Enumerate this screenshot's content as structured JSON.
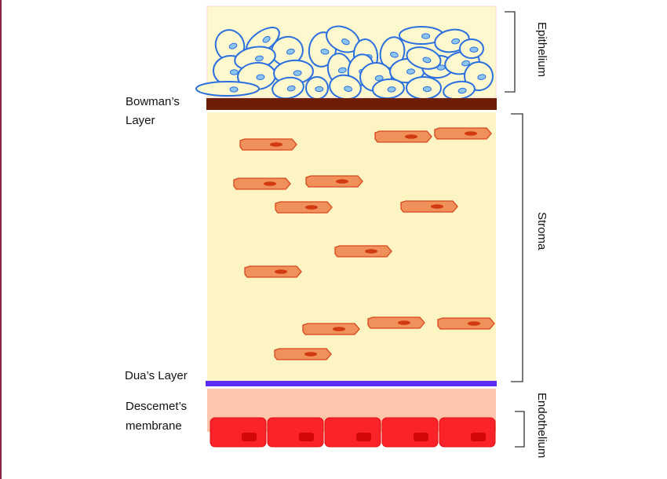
{
  "labels": {
    "bowman": [
      "Bowman’s",
      "Layer"
    ],
    "dua": "Dua’s Layer",
    "descemet": [
      "Descemet’s",
      "membrane"
    ],
    "epithelium": "Epithelium",
    "stroma": "Stroma",
    "endothelium": "Endothelium"
  },
  "colors": {
    "frame": "#8b2245",
    "epithelium_bg": "#fef8cf",
    "epithelial_cell": "#2a6fe0",
    "epithelial_nucleus": "#8ec5f0",
    "bowman": "#6e1e05",
    "stroma_bg": "#fdf4c4",
    "keratocyte": "#f0905a",
    "keratocyte_stroke": "#d9461e",
    "keratocyte_nucleus": "#d23a12",
    "dua": "#5b2cf5",
    "descemet": "#fcc6ad",
    "endothelial_cell": "#fb2229",
    "endothelial_nucleus": "#d20808"
  }
}
